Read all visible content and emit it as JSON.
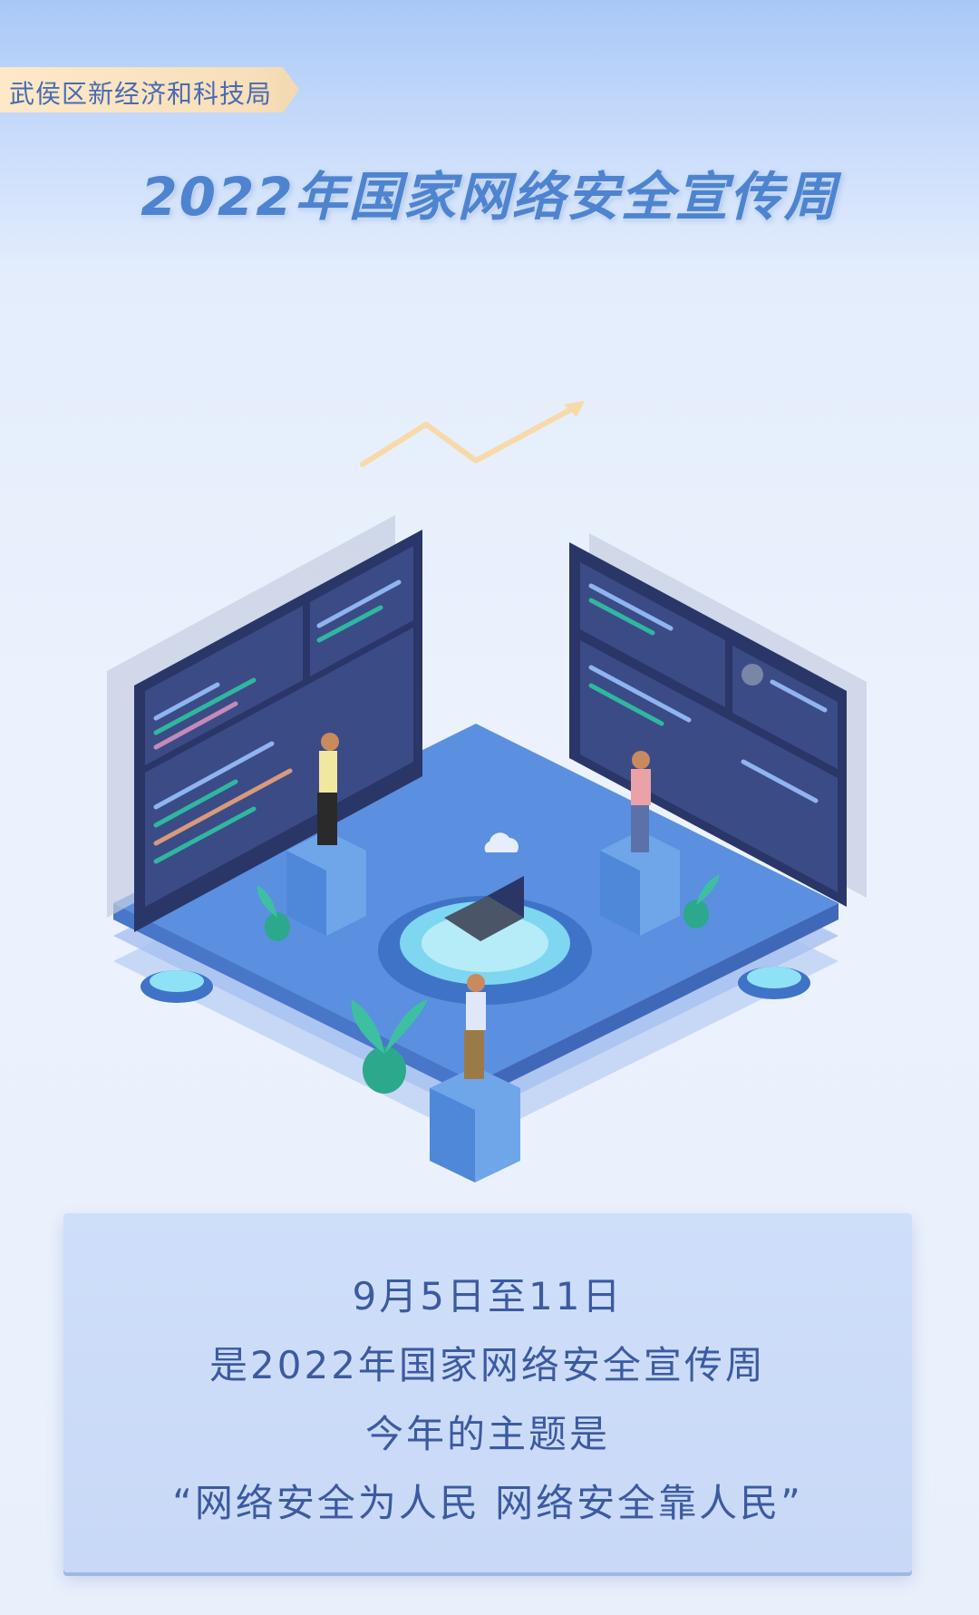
{
  "header": {
    "org_tag": "武侯区新经济和科技局",
    "title": "2022年国家网络安全宣传周"
  },
  "info": {
    "lines": [
      "9月5日至11日",
      "是2022年国家网络安全宣传周",
      "今年的主题是",
      "“网络安全为人民 网络安全靠人民”"
    ]
  },
  "colors": {
    "accent": "#4e84cf",
    "text": "#3b5aa0",
    "tag_bg": "#fde9c8",
    "platform": "#5b8fe0",
    "screen": "#2a3668"
  }
}
